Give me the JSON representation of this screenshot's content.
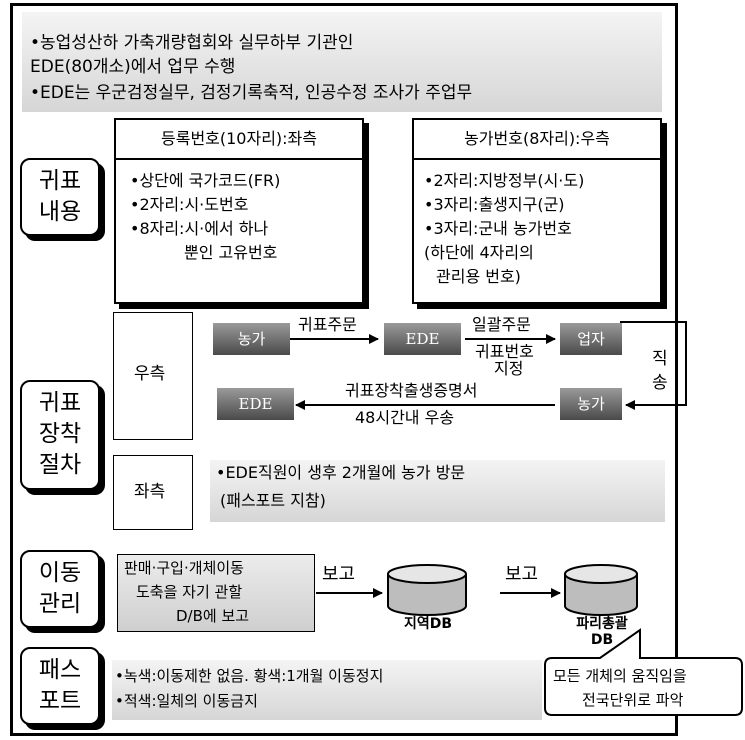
{
  "intro": {
    "line1": "•농업성산하 가축개량협회와 실무하부 기관인",
    "line2": "EDE(80개소)에서 업무 수행",
    "line3": "•EDE는 우군검정실무, 검정기록축적, 인공수정 조사가 주업무"
  },
  "tag_content": {
    "category": [
      "귀표",
      "내용"
    ],
    "left_box": {
      "header": "등록번호(10자리):좌측",
      "lines": [
        "•상단에 국가코드(FR)",
        "•2자리:시·도번호",
        "•8자리:시·에서 하나",
        "뿐인 고유번호"
      ]
    },
    "right_box": {
      "header": "농가번호(8자리):우측",
      "lines": [
        "•2자리:지방정부(시·도)",
        "•3자리:출생지구(군)",
        "•3자리:군내 농가번호",
        "(하단에 4자리의",
        "관리용 번호)"
      ]
    }
  },
  "tag_procedure": {
    "category": [
      "귀표",
      "장착",
      "절차"
    ],
    "right_label": "우측",
    "left_label": "좌측",
    "nodes": {
      "farm_top": "농가",
      "ede_top": "EDE",
      "maker": "업자",
      "farm_bottom": "농가",
      "ede_bottom": "EDE"
    },
    "edges": {
      "order_tag": "귀표주문",
      "bulk_order": "일괄주문",
      "tag_number": "귀표번호",
      "assign": "지정",
      "direct_1": "직",
      "direct_2": "송",
      "certificate": "귀표장착출생증명서",
      "within_48h": "48시간내 우송"
    },
    "left_text": {
      "line1": "•EDE직원이 생후 2개월에 농가 방문",
      "line2": "(패스포트 지참)"
    }
  },
  "movement": {
    "category": [
      "이동",
      "관리"
    ],
    "source_box": [
      "판매·구입·개체이동",
      "도축을 자기 관할",
      "D/B에 보고"
    ],
    "report_1": "보고",
    "report_2": "보고",
    "db_regional": "지역DB",
    "db_paris": [
      "파리총괄",
      "DB"
    ],
    "callout": [
      "모든 개체의 움직임을",
      "전국단위로 파악"
    ]
  },
  "passport": {
    "category": [
      "패스",
      "포트"
    ],
    "line1": "•녹색:이동제한 없음. 황색:1개월 이동정지",
    "line2": "•적색:일체의 이동금지"
  }
}
